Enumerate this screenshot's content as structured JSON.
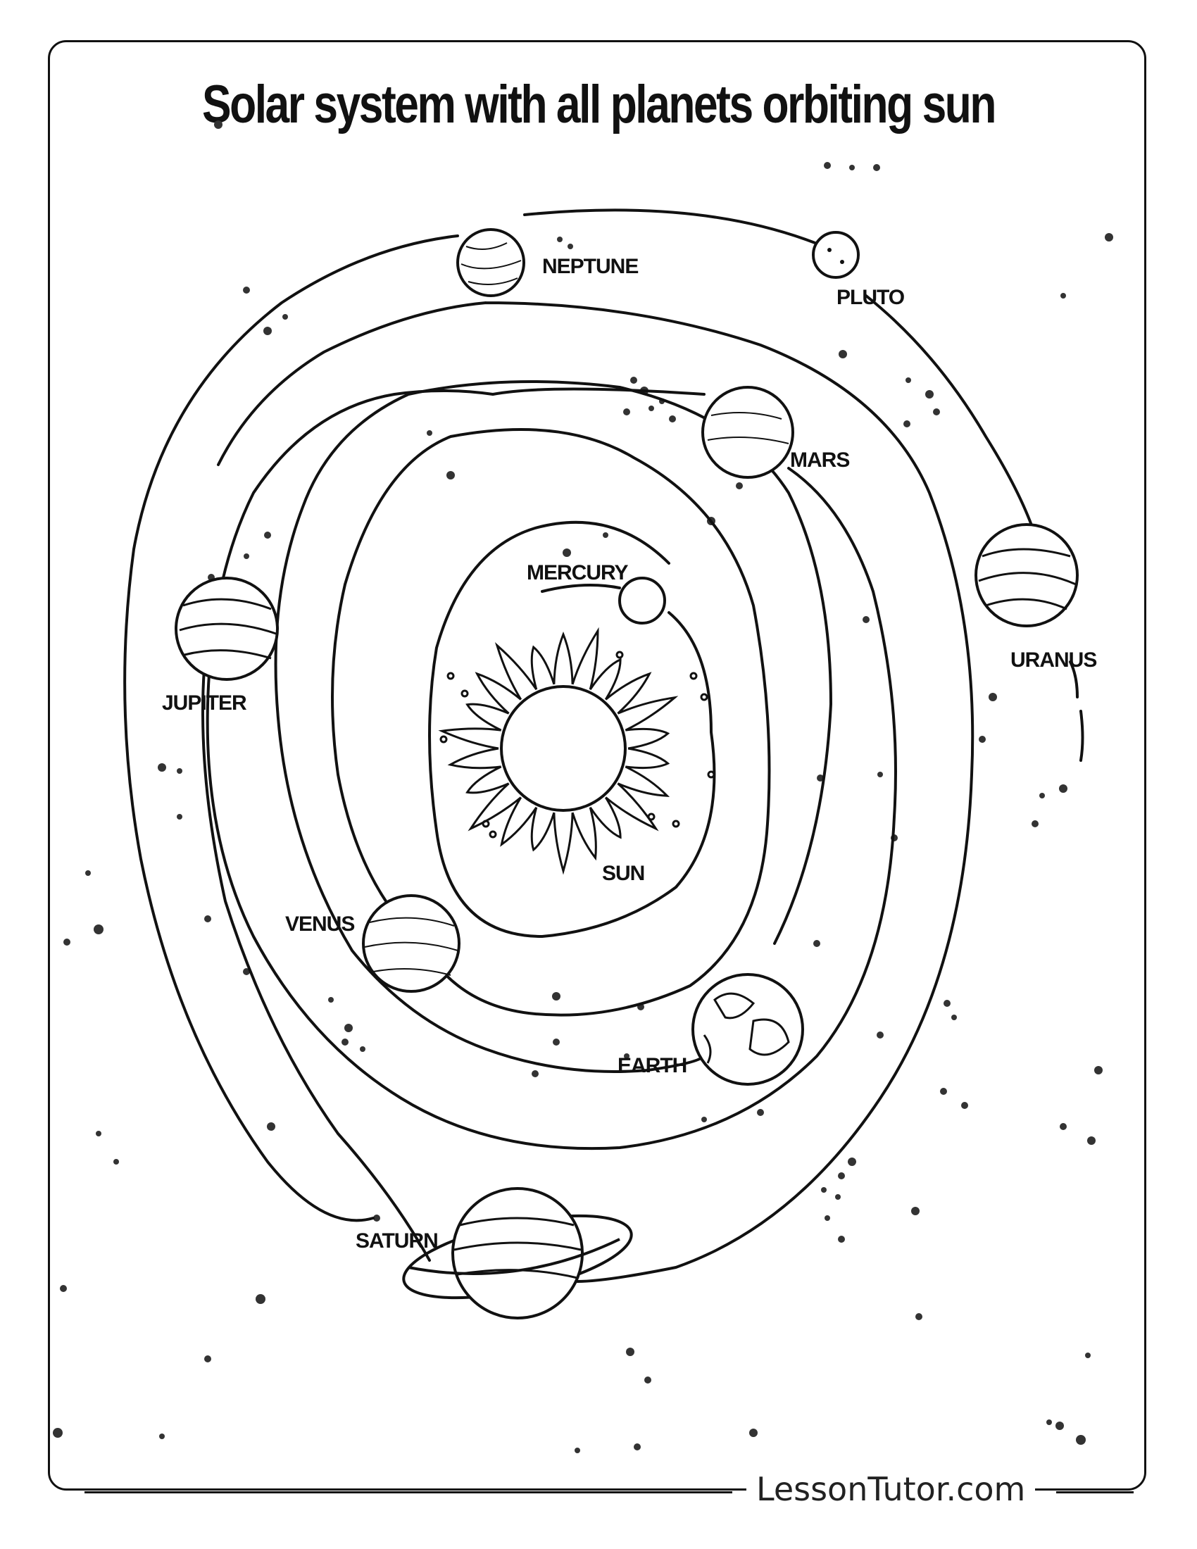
{
  "title": "Solar system with all planets orbiting sun",
  "labels": {
    "neptune": "NEPTUNE",
    "pluto": "PLUTO",
    "mars": "MARS",
    "uranus": "URANUS",
    "mercury": "MERCURY",
    "jupiter": "JUPITER",
    "sun": "SUN",
    "venus": "VENUS",
    "earth": "EARTH",
    "saturn": "SATURN"
  },
  "footer": "LessonTutor.com"
}
